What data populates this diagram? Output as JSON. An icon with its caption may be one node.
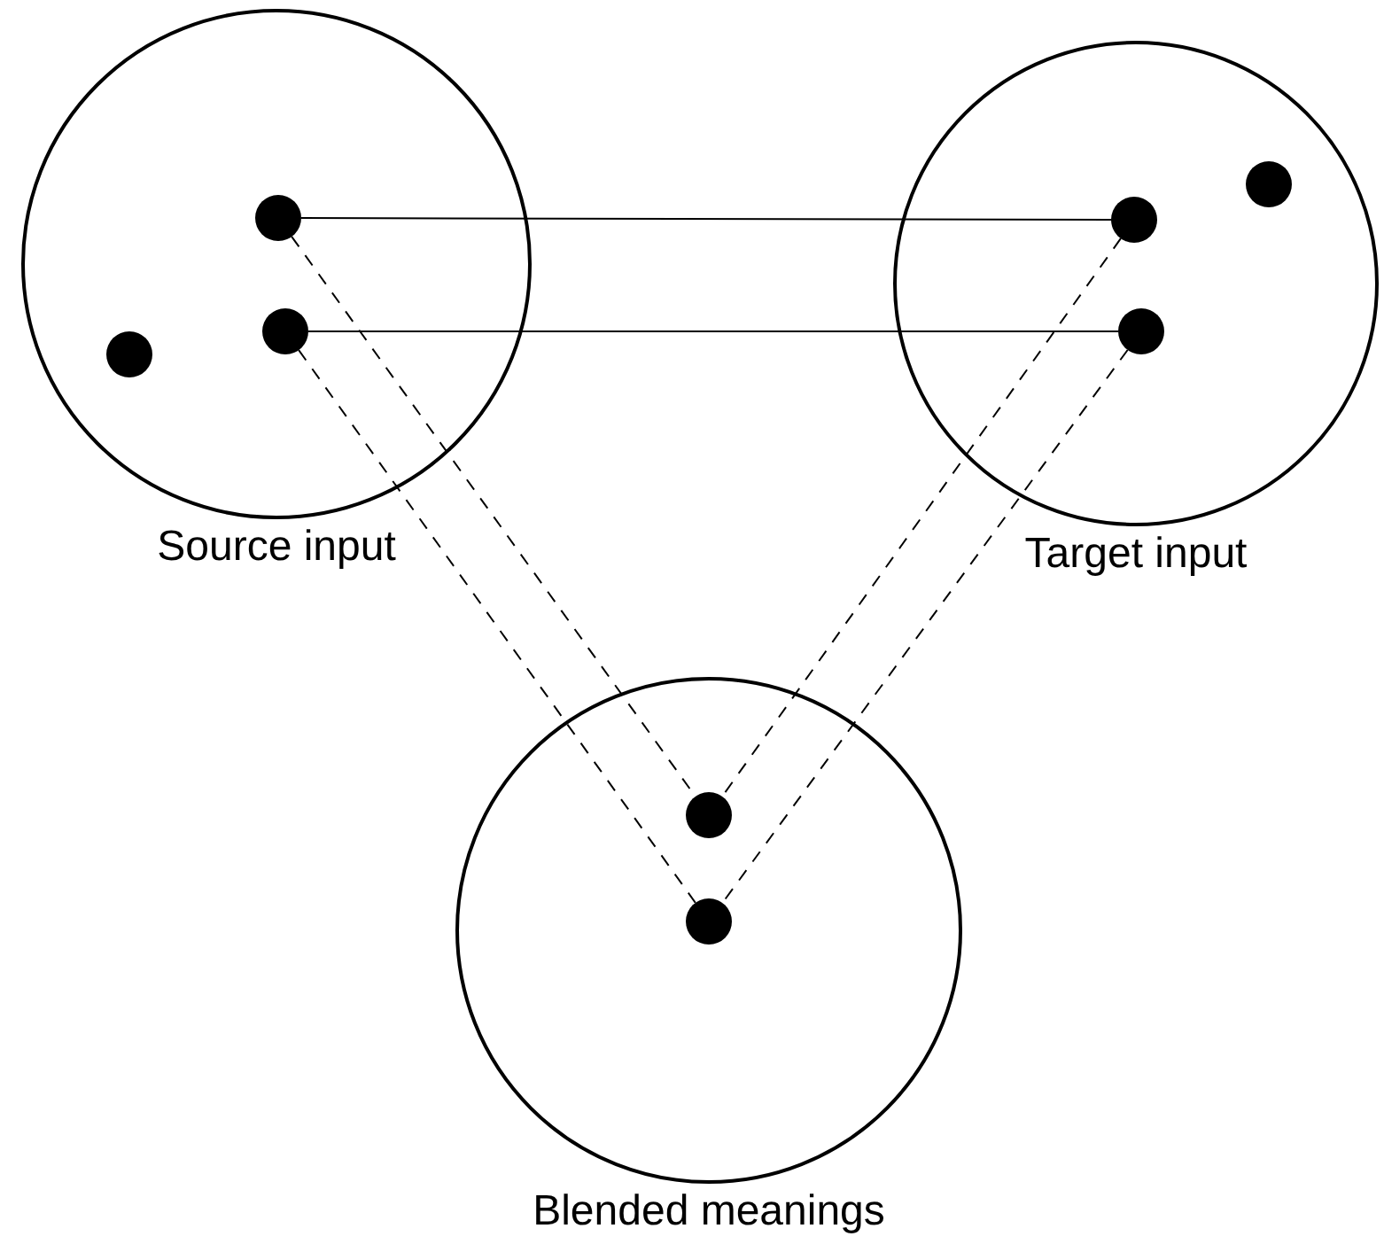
{
  "diagram": {
    "nodes": [
      {
        "text": [
          "Source input"
        ]
      },
      {
        "text": [],
        "shape": "circle",
        "in": 0
      },
      {
        "text": [],
        "shape": "circle",
        "in": 0
      },
      {
        "text": [],
        "shape": "circle",
        "in": 0
      },
      {
        "text": [
          "Target input"
        ]
      },
      {
        "text": [],
        "shape": "circle",
        "in": 4
      },
      {
        "text": [],
        "shape": "circle",
        "in": 4
      },
      {
        "text": [],
        "shape": "circle",
        "in": 4
      },
      {
        "text": [
          "Blended meanings"
        ]
      },
      {
        "text": [],
        "shape": "circle",
        "in": 8
      },
      {
        "text": [],
        "shape": "circle",
        "in": 8
      }
    ],
    "edges": [
      {
        "from": 1,
        "to": 6,
        "arrow": "none"
      },
      {
        "from": 2,
        "to": 7,
        "arrow": "none"
      },
      {
        "from": 1,
        "to": 9,
        "arrow": "none",
        "style": "dashed"
      },
      {
        "from": 2,
        "to": 10,
        "arrow": "none",
        "style": "dashed"
      },
      {
        "from": 6,
        "to": 9,
        "arrow": "none",
        "style": "dashed"
      },
      {
        "from": 7,
        "to": 10,
        "arrow": "none",
        "style": "dashed"
      }
    ]
  }
}
